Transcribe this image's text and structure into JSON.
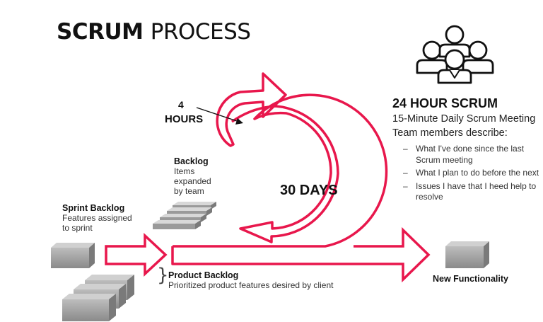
{
  "title": {
    "bold": "SCRUM",
    "rest": "PROCESS"
  },
  "four_hours": {
    "line1": "4",
    "line2": "HOURS"
  },
  "thirty_days": "30 DAYS",
  "backlog": {
    "heading": "Backlog",
    "lines": [
      "Items",
      "expanded",
      "by team"
    ]
  },
  "sprint_backlog": {
    "heading": "Sprint Backlog",
    "lines": [
      "Features assigned",
      "to sprint"
    ]
  },
  "product_backlog": {
    "heading": "Product Backlog",
    "description": "Prioritized product features desired by client"
  },
  "new_functionality": "New Functionality",
  "daily_scrum": {
    "heading": "24 HOUR SCRUM",
    "line1": "15-Minute Daily Scrum Meeting",
    "line2": "Team members describe:",
    "bullets": [
      "What I've done since the last Scrum meeting",
      "What I plan to do before the next",
      "Issues I have that I heed help to resolve"
    ]
  },
  "colors": {
    "accent": "#e8174c",
    "block": "#9e9e9e",
    "text": "#111111"
  },
  "icons": {
    "team": "team-icon"
  }
}
